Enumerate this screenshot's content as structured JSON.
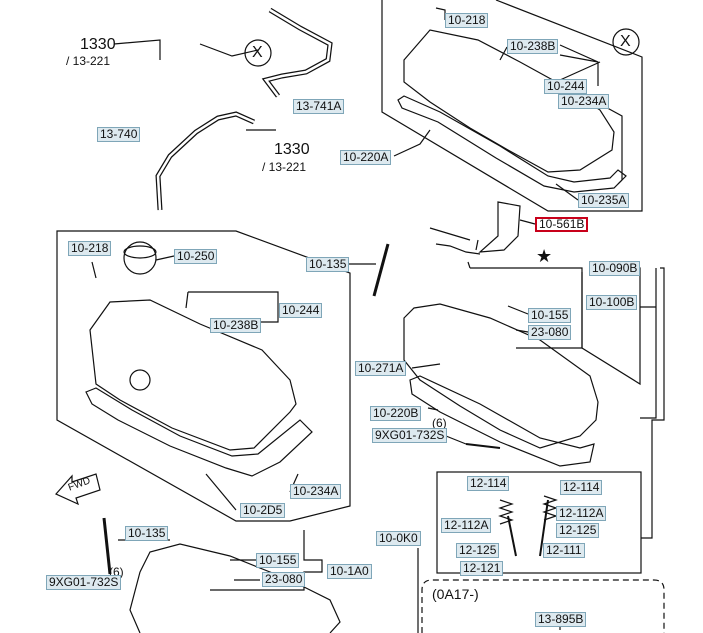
{
  "references": {
    "ref_1330_a": "1330",
    "ref_13221_a": "/ 13-221",
    "ref_1330_b": "1330",
    "ref_13221_b": "/ 13-221",
    "qty_6_a": "(6)",
    "qty_6_b": "(6)",
    "variant": "(0A17-)",
    "x_mark": "X",
    "star_mark": "★",
    "fwd": "FWD"
  },
  "labels": {
    "p10_218_top": "10-218",
    "p10_238b_top": "10-238B",
    "p10_244_top": "10-244",
    "p10_234a_top": "10-234A",
    "p13_741a": "13-741A",
    "p13_740": "13-740",
    "p10_220a": "10-220A",
    "p10_235a": "10-235A",
    "p10_561b": "10-561B",
    "p10_218_left": "10-218",
    "p10_250": "10-250",
    "p10_135_top": "10-135",
    "p10_090b": "10-090B",
    "p10_100b": "10-100B",
    "p10_244_left": "10-244",
    "p10_238b_left": "10-238B",
    "p10_155_top": "10-155",
    "p23_080_top": "23-080",
    "p10_271a": "10-271A",
    "p10_220b": "10-220B",
    "p9xg01_a": "9XG01-732S",
    "p10_234a_left": "10-234A",
    "p10_2d5": "10-2D5",
    "p12_114_a": "12-114",
    "p12_114_b": "12-114",
    "p12_112a_a": "12-112A",
    "p12_112a_b": "12-112A",
    "p12_125_a": "12-125",
    "p12_125_b": "12-125",
    "p12_111": "12-111",
    "p12_121": "12-121",
    "p10_135_bottom": "10-135",
    "p10_0k0": "10-0K0",
    "p10_155_bottom": "10-155",
    "p23_080_bottom": "23-080",
    "p10_1a0": "10-1A0",
    "p9xg01_b": "9XG01-732S",
    "p13_895b": "13-895B"
  },
  "colors": {
    "label_fill": "#dde9ef",
    "label_border": "#7fa6b8",
    "highlight": "#c8001a",
    "line": "#111111"
  }
}
